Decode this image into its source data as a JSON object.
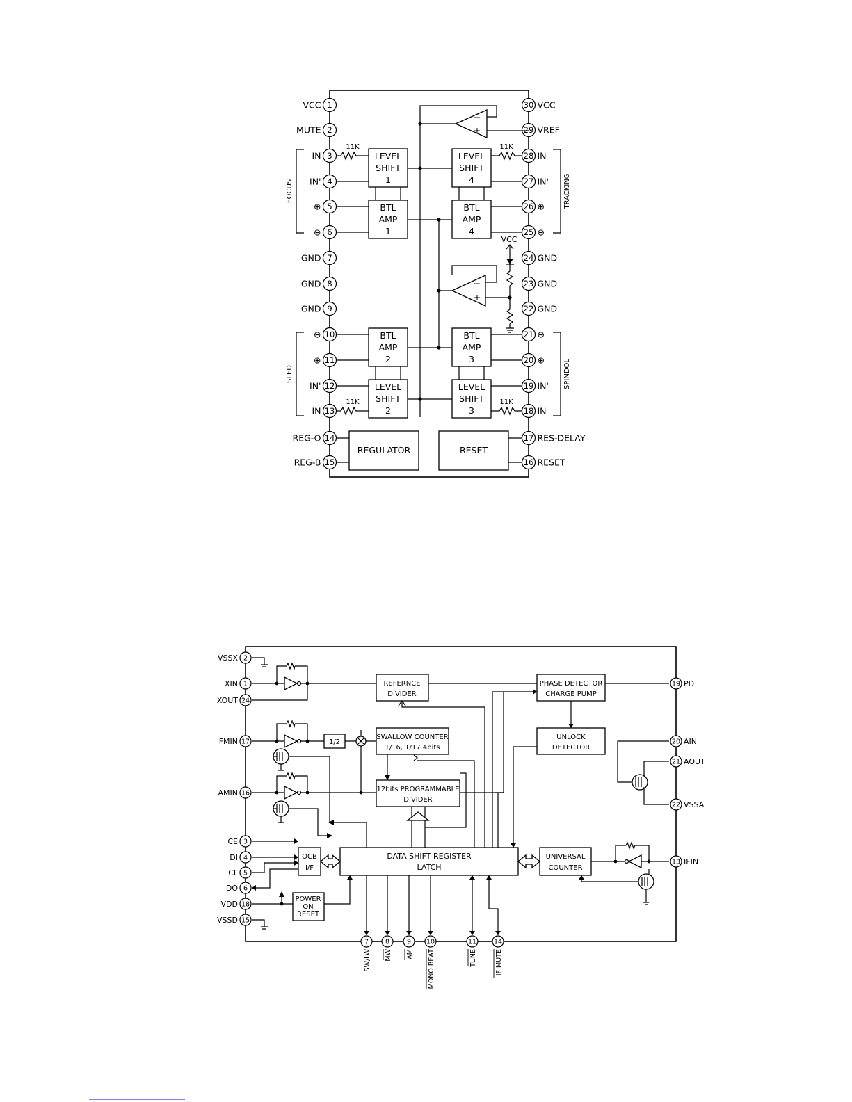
{
  "ic1": {
    "left_pins": [
      {
        "num": "1",
        "label": "VCC"
      },
      {
        "num": "2",
        "label": "MUTE"
      },
      {
        "num": "3",
        "label": "IN"
      },
      {
        "num": "4",
        "label": "IN'"
      },
      {
        "num": "5",
        "label": "⊕"
      },
      {
        "num": "6",
        "label": "⊖"
      },
      {
        "num": "7",
        "label": "GND"
      },
      {
        "num": "8",
        "label": "GND"
      },
      {
        "num": "9",
        "label": "GND"
      },
      {
        "num": "10",
        "label": "⊖"
      },
      {
        "num": "11",
        "label": "⊕"
      },
      {
        "num": "12",
        "label": "IN'"
      },
      {
        "num": "13",
        "label": "IN"
      },
      {
        "num": "14",
        "label": "REG-O"
      },
      {
        "num": "15",
        "label": "REG-B"
      }
    ],
    "right_pins": [
      {
        "num": "30",
        "label": "VCC"
      },
      {
        "num": "29",
        "label": "VREF"
      },
      {
        "num": "28",
        "label": "IN"
      },
      {
        "num": "27",
        "label": "IN'"
      },
      {
        "num": "26",
        "label": "⊕"
      },
      {
        "num": "25",
        "label": "⊖"
      },
      {
        "num": "24",
        "label": "GND"
      },
      {
        "num": "23",
        "label": "GND"
      },
      {
        "num": "22",
        "label": "GND"
      },
      {
        "num": "21",
        "label": "⊖"
      },
      {
        "num": "20",
        "label": "⊕"
      },
      {
        "num": "19",
        "label": "IN'"
      },
      {
        "num": "18",
        "label": "IN"
      },
      {
        "num": "17",
        "label": "RES-DELAY"
      },
      {
        "num": "16",
        "label": "RESET"
      }
    ],
    "blocks": {
      "ls1": [
        "LEVEL",
        "SHIFT",
        "1"
      ],
      "ls4": [
        "LEVEL",
        "SHIFT",
        "4"
      ],
      "btl1": [
        "BTL",
        "AMP",
        "1"
      ],
      "btl4": [
        "BTL",
        "AMP",
        "4"
      ],
      "btl2": [
        "BTL",
        "AMP",
        "2"
      ],
      "btl3": [
        "BTL",
        "AMP",
        "3"
      ],
      "ls2": [
        "LEVEL",
        "SHIFT",
        "2"
      ],
      "ls3": [
        "LEVEL",
        "SHIFT",
        "3"
      ],
      "regulator": "REGULATOR",
      "reset": "RESET"
    },
    "resistor_label": "11K",
    "vcc_label": "VCC",
    "groups": {
      "focus": "FOCUS",
      "tracking": "TRACKING",
      "sled": "SLED",
      "spindle": "SPINDOL"
    },
    "opamp_minus": "−",
    "opamp_plus": "+"
  },
  "ic2": {
    "left_pins": [
      {
        "num": "2",
        "label": "VSSX"
      },
      {
        "num": "1",
        "label": "XIN"
      },
      {
        "num": "24",
        "label": "XOUT"
      },
      {
        "num": "17",
        "label": "FMIN"
      },
      {
        "num": "16",
        "label": "AMIN"
      },
      {
        "num": "3",
        "label": "CE"
      },
      {
        "num": "4",
        "label": "DI"
      },
      {
        "num": "5",
        "label": "CL"
      },
      {
        "num": "6",
        "label": "DO"
      },
      {
        "num": "18",
        "label": "VDD"
      },
      {
        "num": "15",
        "label": "VSSD"
      }
    ],
    "right_pins": [
      {
        "num": "19",
        "label": "PD"
      },
      {
        "num": "20",
        "label": "AIN"
      },
      {
        "num": "21",
        "label": "AOUT"
      },
      {
        "num": "22",
        "label": "VSSA"
      },
      {
        "num": "13",
        "label": "IFIN"
      }
    ],
    "bottom_pins": [
      {
        "num": "7",
        "label": "SW/LW"
      },
      {
        "num": "8",
        "label": "MW"
      },
      {
        "num": "9",
        "label": "AM"
      },
      {
        "num": "10",
        "label": "MONO BEAT"
      },
      {
        "num": "11",
        "label": "TUNE"
      },
      {
        "num": "14",
        "label": "IF MUTE"
      }
    ],
    "blocks": {
      "ref_div": [
        "REFERNCE",
        "DIVIDER"
      ],
      "phase_det": [
        "PHASE DETECTOR",
        "CHARGE PUMP"
      ],
      "swallow": [
        "SWALLOW COUNTER",
        "1/16, 1/17  4bits"
      ],
      "unlock": [
        "UNLOCK",
        "DETECTOR"
      ],
      "prog_div": [
        "12bits PROGRAMMABLE",
        "DIVIDER"
      ],
      "ocb": [
        "OCB",
        "I/F"
      ],
      "shift_reg": [
        "DATA SHIFT REGISTER",
        "LATCH"
      ],
      "universal": [
        "UNIVERSAL",
        "COUNTER"
      ],
      "por": [
        "POWER",
        "ON",
        "RESET"
      ],
      "half": "1/2"
    }
  }
}
